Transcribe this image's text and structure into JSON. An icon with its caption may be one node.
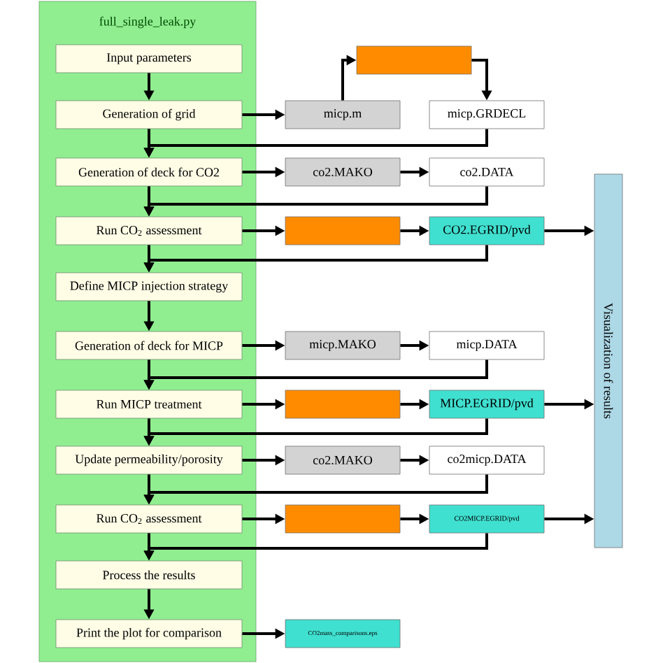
{
  "diagram": {
    "nodes": [
      {
        "text": [
          "full_single_leak.py"
        ]
      },
      {
        "text": [
          "Input parameters"
        ],
        "in": 0
      },
      {
        "text": [
          "Generation of grid"
        ],
        "in": 0
      },
      {
        "text": [
          "Generation of deck for CO2"
        ],
        "in": 0
      },
      {
        "text": [
          "Run CO$_{2}$ assessment"
        ],
        "in": 0
      },
      {
        "text": [
          "Define MICP injection strategy"
        ],
        "in": 0
      },
      {
        "text": [
          "Generation of deck for MICP"
        ],
        "in": 0
      },
      {
        "text": [
          "Run MICP treatment"
        ],
        "in": 0
      },
      {
        "text": [
          "Update permeability/porosity"
        ],
        "in": 0
      },
      {
        "text": [
          "Run CO$_{2}$ assessment"
        ],
        "in": 0
      },
      {
        "text": [
          "Process the results"
        ],
        "in": 0
      },
      {
        "text": [
          "Print the plot for comparison"
        ],
        "in": 0
      },
      {
        "text": [
          "micp.m"
        ]
      },
      {
        "text": [],
        "shape": "box"
      },
      {
        "text": [
          "micp.GRDECL"
        ]
      },
      {
        "text": [
          "co2.MAKO"
        ]
      },
      {
        "text": [
          "co2.DATA"
        ]
      },
      {
        "text": [],
        "shape": "box"
      },
      {
        "text": [
          "CO2.EGRID/pvd"
        ]
      },
      {
        "text": [
          "micp.MAKO"
        ]
      },
      {
        "text": [
          "micp.DATA"
        ]
      },
      {
        "text": [],
        "shape": "box"
      },
      {
        "text": [
          "MICP.EGRID/pvd"
        ]
      },
      {
        "text": [
          "co2.MAKO"
        ]
      },
      {
        "text": [
          "co2micp.DATA"
        ]
      },
      {
        "text": [],
        "shape": "box"
      },
      {
        "text": [
          "CO2MICP.EGRID/pvd"
        ]
      },
      {
        "text": [
          "CO2mass_comparisons.eps"
        ]
      },
      {
        "text": [
          "Visualization of results"
        ]
      }
    ],
    "edges": [
      {
        "from": 1,
        "to": 2,
        "arrow": "to"
      },
      {
        "from": 2,
        "to": 3,
        "arrow": "to"
      },
      {
        "from": 3,
        "to": 4,
        "arrow": "to"
      },
      {
        "from": 4,
        "to": 5,
        "arrow": "to"
      },
      {
        "from": 5,
        "to": 6,
        "arrow": "to"
      },
      {
        "from": 6,
        "to": 7,
        "arrow": "to"
      },
      {
        "from": 7,
        "to": 8,
        "arrow": "to"
      },
      {
        "from": 8,
        "to": 9,
        "arrow": "to"
      },
      {
        "from": 9,
        "to": 10,
        "arrow": "to"
      },
      {
        "from": 10,
        "to": 11,
        "arrow": "to"
      },
      {
        "from": 2,
        "to": 12,
        "arrow": "to"
      },
      {
        "from": 12,
        "to": 13,
        "arrow": "to"
      },
      {
        "from": 13,
        "to": 14,
        "arrow": "to"
      },
      {
        "from": 14,
        "to": 3,
        "arrow": "to"
      },
      {
        "from": 3,
        "to": 15,
        "arrow": "to"
      },
      {
        "from": 15,
        "to": 16,
        "arrow": "to"
      },
      {
        "from": 16,
        "to": 4,
        "arrow": "to"
      },
      {
        "from": 4,
        "to": 17,
        "arrow": "to"
      },
      {
        "from": 17,
        "to": 18,
        "arrow": "to"
      },
      {
        "from": 18,
        "to": 5,
        "arrow": "to"
      },
      {
        "from": 18,
        "to": 28,
        "arrow": "to"
      },
      {
        "from": 6,
        "to": 19,
        "arrow": "to"
      },
      {
        "from": 19,
        "to": 20,
        "arrow": "to"
      },
      {
        "from": 20,
        "to": 7,
        "arrow": "to"
      },
      {
        "from": 7,
        "to": 21,
        "arrow": "to"
      },
      {
        "from": 21,
        "to": 22,
        "arrow": "to"
      },
      {
        "from": 22,
        "to": 8,
        "arrow": "to"
      },
      {
        "from": 22,
        "to": 28,
        "arrow": "to"
      },
      {
        "from": 8,
        "to": 23,
        "arrow": "to"
      },
      {
        "from": 23,
        "to": 24,
        "arrow": "to"
      },
      {
        "from": 24,
        "to": 9,
        "arrow": "to"
      },
      {
        "from": 9,
        "to": 25,
        "arrow": "to"
      },
      {
        "from": 25,
        "to": 26,
        "arrow": "to"
      },
      {
        "from": 26,
        "to": 10,
        "arrow": "to"
      },
      {
        "from": 26,
        "to": 28,
        "arrow": "to"
      },
      {
        "from": 11,
        "to": 27,
        "arrow": "to"
      }
    ]
  }
}
